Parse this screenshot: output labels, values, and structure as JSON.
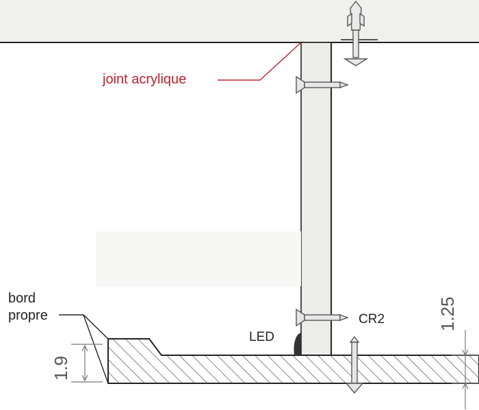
{
  "labels": {
    "joint": "joint acrylique",
    "bord_line1": "bord",
    "bord_line2": "propre",
    "led": "LED",
    "cr2": "CR2",
    "dim_left": "1.9",
    "dim_right": "1.25"
  },
  "colors": {
    "ceiling": "#f0f0ec",
    "panel": "#ecece8",
    "accent_red": "#c0202a",
    "line": "#222222",
    "dim": "#777777",
    "hatch": "#444444",
    "screw": "#555555"
  }
}
